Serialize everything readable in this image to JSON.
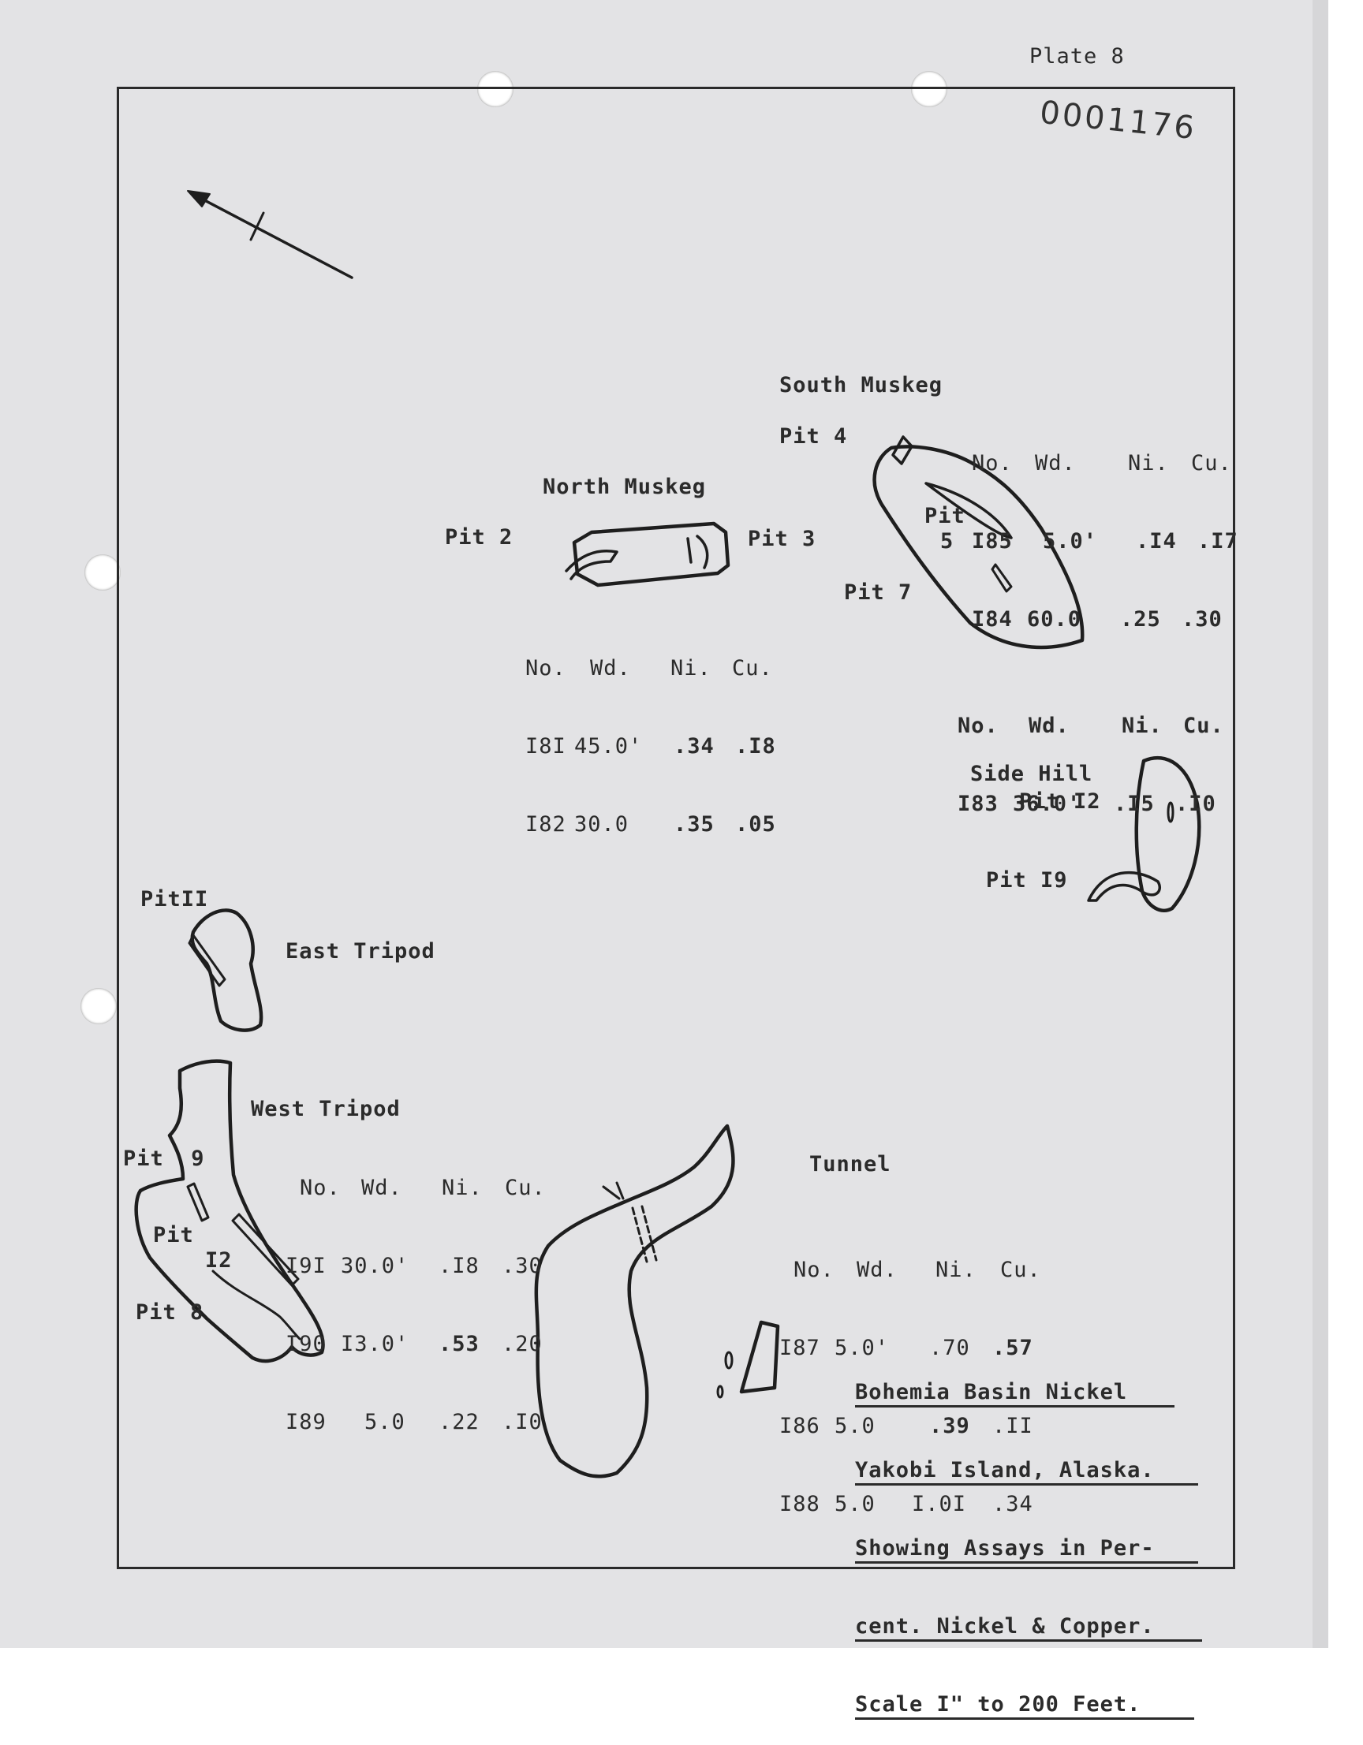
{
  "plate": "Plate 8",
  "stamp": "0001176",
  "labels": {
    "south_muskeg": "South Muskeg",
    "north_muskeg": "North Muskeg",
    "pit2": "Pit 2",
    "pit3": "Pit 3",
    "pit4": "Pit 4",
    "pit5a": "Pit",
    "pit5b": "5",
    "pit7": "Pit 7",
    "side_hill": "Side Hill",
    "pit12_side": "Pit I2",
    "pit19": "Pit I9",
    "pit11": "PitII",
    "east_tripod": "East Tripod",
    "west_tripod": "West Tripod",
    "pit9": "Pit  9",
    "pit12a": "Pit",
    "pit12b": "I2",
    "pit8": "Pit 8",
    "tunnel": "Tunnel"
  },
  "tables": {
    "south_muskeg": {
      "header": [
        "No.",
        "Wd.",
        "Ni.",
        "Cu."
      ],
      "rows": [
        [
          "I85",
          "5.0'",
          ".I4",
          ".I7"
        ],
        [
          "I84",
          "60.0",
          ".25",
          ".30"
        ]
      ]
    },
    "north_muskeg": {
      "header": [
        "No.",
        "Wd.",
        "Ni.",
        "Cu."
      ],
      "rows": [
        [
          "I8I",
          "45.0'",
          ".34",
          ".I8"
        ],
        [
          "I82",
          "30.0",
          ".35",
          ".05"
        ]
      ]
    },
    "pit7": {
      "header": [
        "No.",
        "Wd.",
        "Ni.",
        "Cu."
      ],
      "rows": [
        [
          "I83",
          "36.0'",
          ".I5",
          ".I0"
        ]
      ]
    },
    "west_tripod": {
      "header": [
        "No.",
        "Wd.",
        "Ni.",
        "Cu."
      ],
      "rows": [
        [
          "I9I",
          "30.0'",
          ".I8",
          ".30"
        ],
        [
          "I90",
          "I3.0'",
          ".53",
          ".20"
        ],
        [
          "I89",
          "5.0",
          ".22",
          ".I0"
        ]
      ]
    },
    "tunnel": {
      "header": [
        "No.",
        "Wd.",
        "Ni.",
        "Cu."
      ],
      "rows": [
        [
          "I87",
          "5.0'",
          ".70",
          ".57"
        ],
        [
          "I86",
          "5.0",
          ".39",
          ".II"
        ],
        [
          "I88",
          "5.0",
          "I.0I",
          ".34"
        ]
      ]
    }
  },
  "title_block": [
    "Bohemia Basin Nickel",
    "Yakobi Island, Alaska.",
    "Showing Assays in Per-",
    "cent. Nickel & Copper.",
    "Scale I\" to 200 Feet."
  ]
}
